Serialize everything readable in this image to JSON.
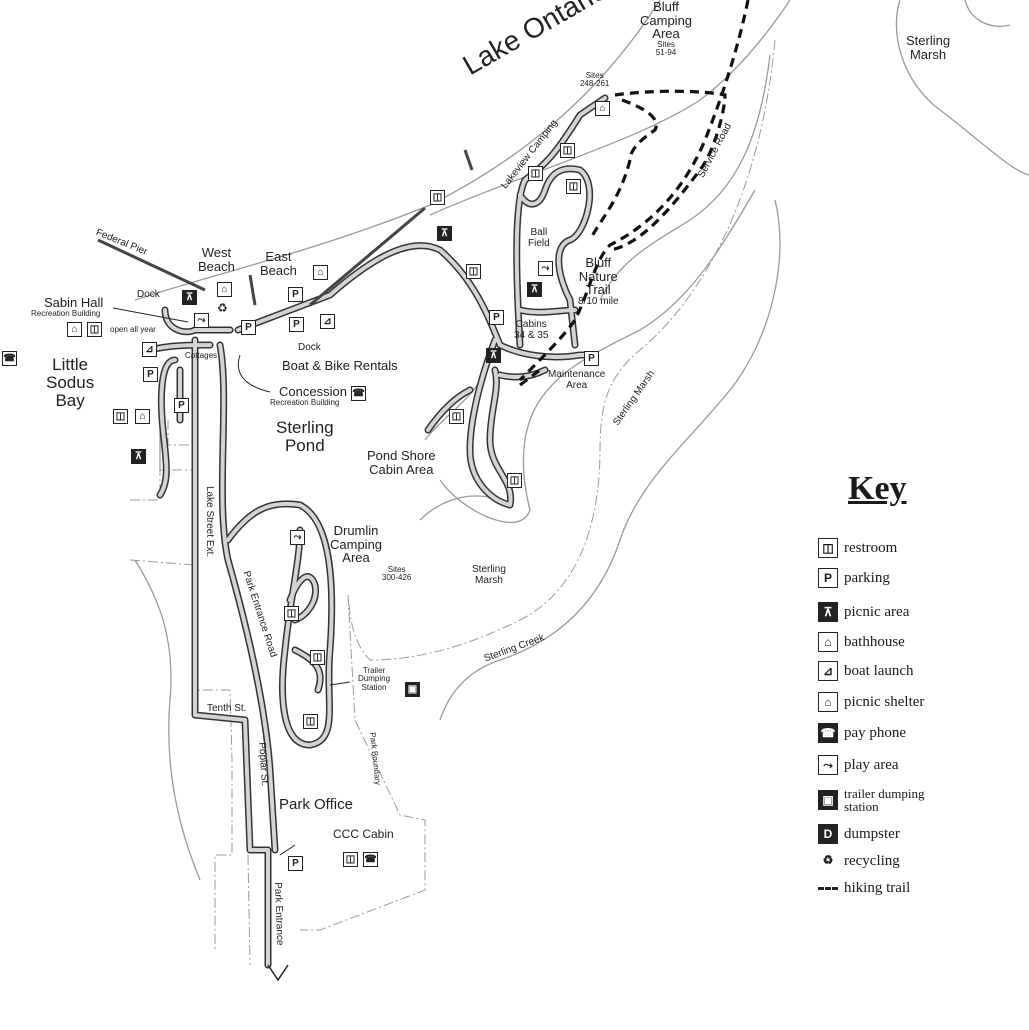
{
  "labels": {
    "bluff_camping": "Bluff",
    "bluff_camping2": "Camping",
    "bluff_camping3": "Area",
    "bluff_sites": "Sites",
    "bluff_sites_num": "51-94",
    "sterling_marsh_ne": "Sterling",
    "sterling_marsh_ne2": "Marsh",
    "lake_ontario": "Lake Ontario",
    "lakeview_camping": "Lakeview Camping",
    "lakeview_sites": "Sites",
    "lakeview_sites_num": "248-261",
    "service_road": "Service Road",
    "federal_pier": "Federal Pier",
    "west_beach": "West",
    "west_beach2": "Beach",
    "east_beach": "East",
    "east_beach2": "Beach",
    "ball_field": "Ball",
    "ball_field2": "Field",
    "bluff_nature_trail": "Bluff",
    "bluff_nature_trail2": "Nature",
    "bluff_nature_trail3": "Trail",
    "bluff_nature_trail4": "8/10 mile",
    "sabin_hall": "Sabin Hall",
    "sabin_recreation": "Recreation Building",
    "dock_west": "Dock",
    "open_all_year": "open all year",
    "dock_east": "Dock",
    "cabins": "Cabins",
    "cabins_num": "34 & 35",
    "little_sodus": "Little",
    "little_sodus2": "Sodus",
    "little_sodus3": "Bay",
    "cottages": "Cottages",
    "boat_bike": "Boat & Bike Rentals",
    "maintenance": "Maintenance",
    "maintenance2": "Area",
    "concession": "Concession",
    "concession_rec": "Recreation Building",
    "sterling_marsh_e": "Sterling Marsh",
    "sterling_pond": "Sterling",
    "sterling_pond2": "Pond",
    "pond_shore": "Pond Shore",
    "pond_shore2": "Cabin Area",
    "lake_street": "Lake Street Ext.",
    "drumlin": "Drumlin",
    "drumlin2": "Camping",
    "drumlin3": "Area",
    "drumlin_sites": "Sites",
    "drumlin_sites_num": "300-426",
    "sterling_marsh_c": "Sterling",
    "sterling_marsh_c2": "Marsh",
    "park_entrance_road": "Park Entrance Road",
    "sterling_creek": "Sterling Creek",
    "trailer_dumping": "Trailer",
    "trailer_dumping2": "Dumping",
    "trailer_dumping3": "Station",
    "tenth_st": "Tenth St.",
    "poplar_st": "Poplar St.",
    "park_boundary": "Park Boundary",
    "park_office": "Park Office",
    "ccc_cabin": "CCC Cabin",
    "park_entrance": "Park Entrance"
  },
  "key": {
    "title": "Key",
    "items": [
      {
        "icon": "restroom-icon",
        "glyph": "◫",
        "label": "restroom"
      },
      {
        "icon": "parking-icon",
        "glyph": "P",
        "label": "parking"
      },
      {
        "icon": "picnic-area-icon",
        "glyph": "⊼",
        "label": "picnic area"
      },
      {
        "icon": "bathhouse-icon",
        "glyph": "⌂",
        "label": "bathhouse"
      },
      {
        "icon": "boat-launch-icon",
        "glyph": "⊿",
        "label": "boat launch"
      },
      {
        "icon": "picnic-shelter-icon",
        "glyph": "⌂",
        "label": "picnic shelter"
      },
      {
        "icon": "pay-phone-icon",
        "glyph": "☎",
        "label": "pay phone"
      },
      {
        "icon": "play-area-icon",
        "glyph": "⤳",
        "label": "play area"
      },
      {
        "icon": "trailer-dumping-icon",
        "glyph": "▣",
        "label": "trailer dumping",
        "label2": "station"
      },
      {
        "icon": "dumpster-icon",
        "glyph": "D",
        "label": "dumpster"
      },
      {
        "icon": "recycling-icon",
        "glyph": "♻",
        "label": "recycling"
      },
      {
        "icon": "hiking-trail-icon",
        "glyph": "",
        "label": "hiking trail"
      }
    ]
  }
}
